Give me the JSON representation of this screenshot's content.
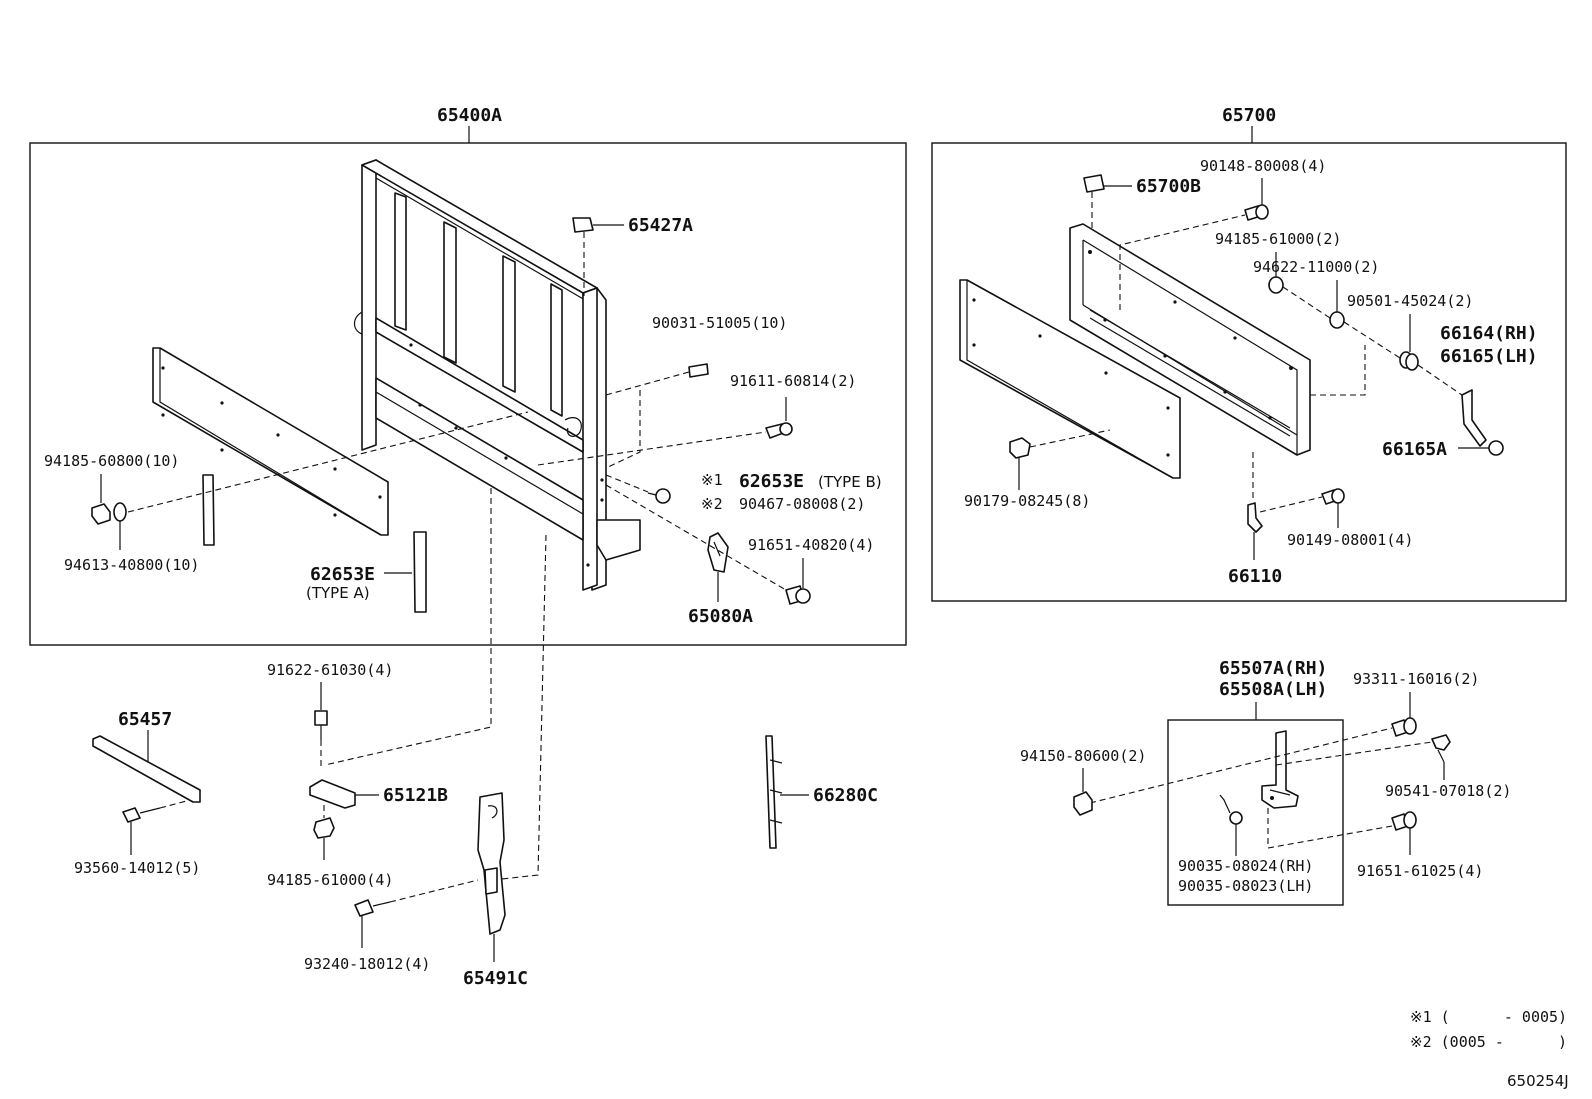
{
  "groups": {
    "tailgate_assembly": "65400A",
    "rear_gate_assembly": "65700",
    "hinge_assembly_rh": "65507A(RH)",
    "hinge_assembly_lh": "65508A(LH)"
  },
  "parts": {
    "p65427A": "65427A",
    "p90031": "90031-51005(10)",
    "p91611": "91611-60814(2)",
    "p94185a": "94185-60800(10)",
    "p94613": "94613-40800(10)",
    "p62653E_A": "62653E",
    "p62653E_A_type": "(TYPE A)",
    "p62653E_B_mark": "※1",
    "p62653E_B": "62653E",
    "p62653E_B_type": "(TYPE B)",
    "p90467_mark": "※2",
    "p90467": "90467-08008(2)",
    "p91651a": "91651-40820(4)",
    "p65080A": "65080A",
    "p65700B": "65700B",
    "p90148": "90148-80008(4)",
    "p94185b": "94185-61000(2)",
    "p94622": "94622-11000(2)",
    "p90501": "90501-45024(2)",
    "p66164": "66164(RH)",
    "p66165": "66165(LH)",
    "p66165A": "66165A",
    "p90179": "90179-08245(8)",
    "p90149": "90149-08001(4)",
    "p66110": "66110",
    "p91622": "91622-61030(4)",
    "p65457": "65457",
    "p65121B": "65121B",
    "p93560": "93560-14012(5)",
    "p94185c": "94185-61000(4)",
    "p66280C": "66280C",
    "p93240": "93240-18012(4)",
    "p65491C": "65491C",
    "p93311": "93311-16016(2)",
    "p94150": "94150-80600(2)",
    "p90541": "90541-07018(2)",
    "p90035rh": "90035-08024(RH)",
    "p90035lh": "90035-08023(LH)",
    "p91651b": "91651-61025(4)"
  },
  "footnotes": {
    "note1": "※1 (      - 0005)",
    "note2": "※2 (0005 -      )"
  },
  "diagram_id": "650254J"
}
